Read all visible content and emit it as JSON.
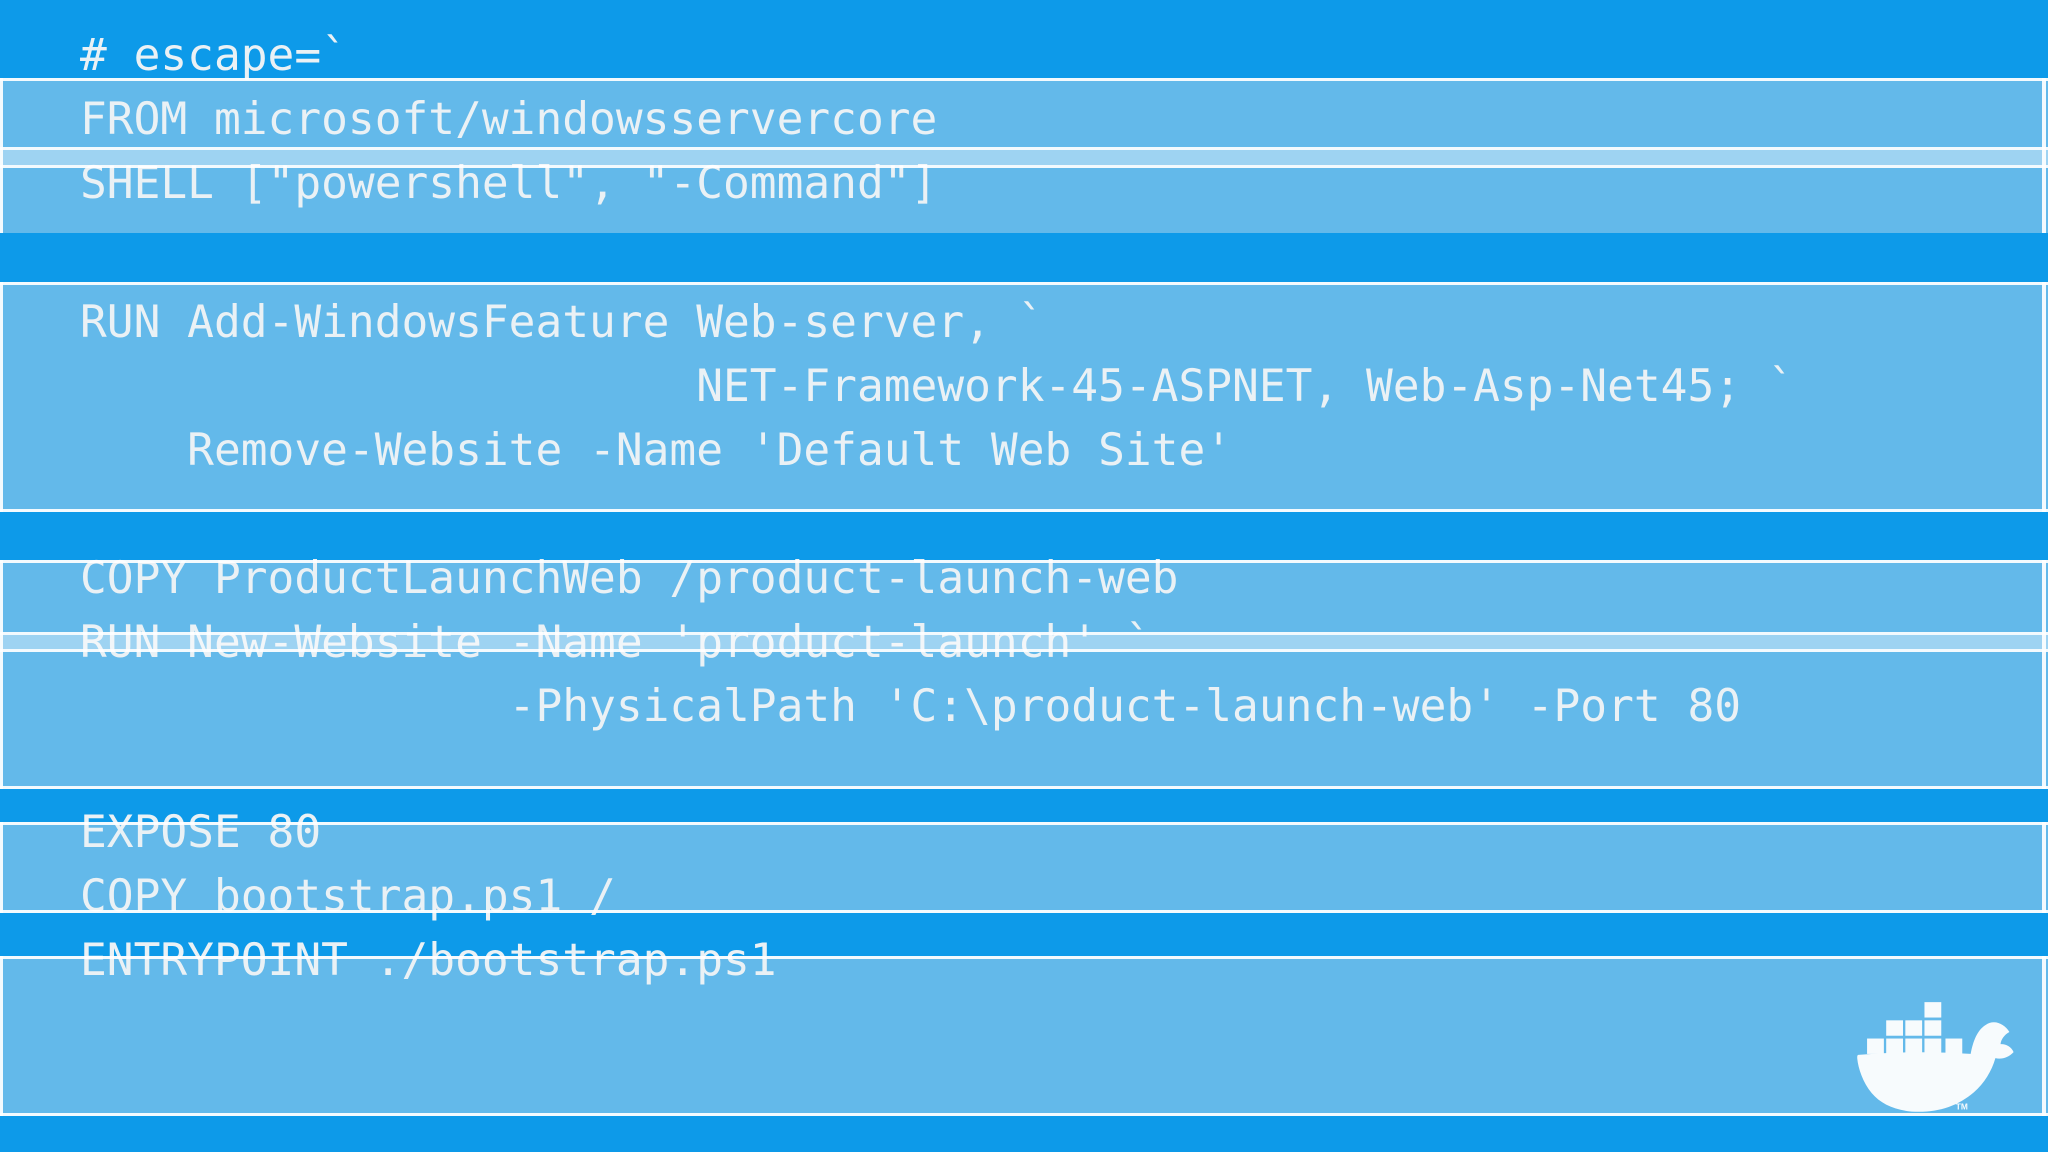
{
  "colors": {
    "background": "#0d9ae9",
    "stripe": "#63b9ea",
    "pale_overlay": "rgba(255,255,255,0.38)",
    "line_overlay": "rgba(255,255,255,0.92)",
    "text": "#eaf1f5",
    "logo": "#f7fbfd"
  },
  "dockerfile": {
    "block1": "# escape=`\nFROM microsoft/windowsservercore\nSHELL [\"powershell\", \"-Command\"]",
    "block2": "RUN Add-WindowsFeature Web-server, `\n                       NET-Framework-45-ASPNET, Web-Asp-Net45; `\n    Remove-Website -Name 'Default Web Site'",
    "block3": "COPY ProductLaunchWeb /product-launch-web\nRUN New-Website -Name 'product-launch' `\n                -PhysicalPath 'C:\\product-launch-web' -Port 80",
    "block4": "EXPOSE 80\nCOPY bootstrap.ps1 /\nENTRYPOINT ./bootstrap.ps1"
  },
  "logo": {
    "trademark": "TM"
  }
}
